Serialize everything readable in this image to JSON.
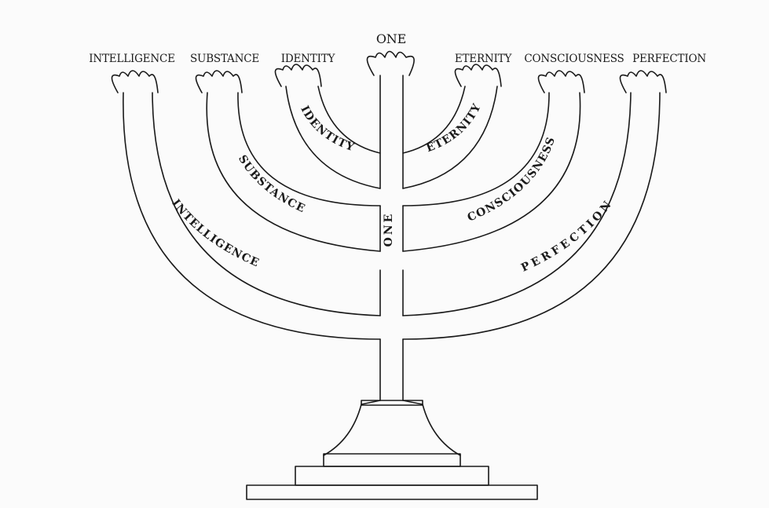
{
  "top_labels": {
    "one": "ONE",
    "intelligence": "INTELLIGENCE",
    "substance": "SUBSTANCE",
    "identity": "IDENTITY",
    "eternity": "ETERNITY",
    "consciousness": "CONSCIOUSNESS",
    "perfection": "PERFECTION"
  },
  "arm_labels": {
    "identity": "IDENTITY",
    "eternity": "ETERNITY",
    "substance": "SUBSTANCE",
    "consciousness": "CONSCIOUSNESS",
    "intelligence": "INTELLIGENCE",
    "perfection": "PERFECTION",
    "stem": "ONE"
  }
}
